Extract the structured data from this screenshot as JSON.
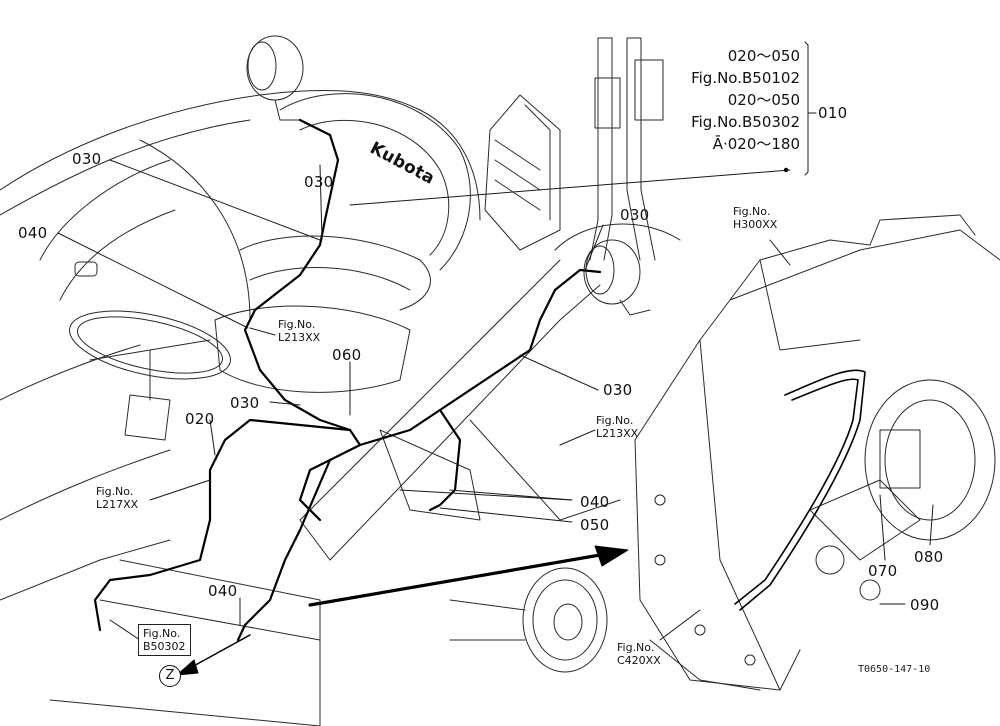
{
  "callouts": {
    "c030_a": "030",
    "c030_b": "030",
    "c030_c": "030",
    "c030_d": "030",
    "c030_e": "030",
    "c040_a": "040",
    "c040_b": "040",
    "c040_c": "040",
    "c060": "060",
    "c020": "020",
    "c050": "050",
    "c070": "070",
    "c080": "080",
    "c090": "090",
    "c010": "010"
  },
  "reference_stack": {
    "line1": "020～050",
    "line2": "Fig.No.B50102",
    "line3": "020～050",
    "line4": "Fig.No.B50302",
    "line5": "Ā·020～180"
  },
  "fig_refs": {
    "h300": {
      "label": "Fig.No.",
      "code": "H300XX"
    },
    "l213_top": {
      "label": "Fig.No.",
      "code": "L213XX"
    },
    "l213_right": {
      "label": "Fig.No.",
      "code": "L213XX"
    },
    "l217": {
      "label": "Fig.No.",
      "code": "L217XX"
    },
    "b50302": {
      "label": "Fig.No.",
      "code": "B50302"
    },
    "c420": {
      "label": "Fig.No.",
      "code": "C420XX"
    }
  },
  "view_marker": "Z",
  "seat_brand": "Kubota",
  "drawing_code": "T0650-147-10"
}
